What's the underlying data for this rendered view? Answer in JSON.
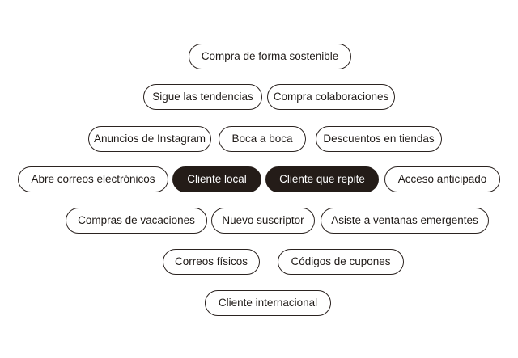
{
  "tags": {
    "compra_sostenible": "Compra de forma sostenible",
    "sigue_tendencias": "Sigue las tendencias",
    "compra_colaboraciones": "Compra colaboraciones",
    "anuncios_instagram": "Anuncios de Instagram",
    "boca_a_boca": "Boca a boca",
    "descuentos_tiendas": "Descuentos en tiendas",
    "abre_correos": "Abre correos electrónicos",
    "cliente_local": "Cliente local",
    "cliente_repite": "Cliente que repite",
    "acceso_anticipado": "Acceso anticipado",
    "compras_vacaciones": "Compras de vacaciones",
    "nuevo_suscriptor": "Nuevo suscriptor",
    "asiste_ventanas": "Asiste a ventanas emergentes",
    "correos_fisicos": "Correos físicos",
    "codigos_cupones": "Códigos de cupones",
    "cliente_internacional": "Cliente internacional"
  },
  "selected": [
    "Cliente local",
    "Cliente que repite"
  ],
  "colors": {
    "selected_fill": "#241c18",
    "selected_text": "#ffffff",
    "outline": "#2b2320",
    "text": "#1f1a17",
    "background": "#ffffff"
  }
}
